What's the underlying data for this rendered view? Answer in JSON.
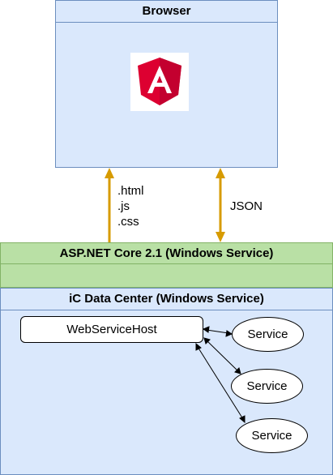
{
  "browser": {
    "title": "Browser",
    "logo_letter": "A",
    "logo_icon": "angular-logo-icon"
  },
  "aspnet": {
    "title": "ASP.NET Core 2.1 (Windows Service)"
  },
  "datacenter": {
    "title": "iC Data Center (Windows Service)"
  },
  "webservicehost": {
    "label": "WebServiceHost"
  },
  "services": [
    {
      "label": "Service"
    },
    {
      "label": "Service"
    },
    {
      "label": "Service"
    }
  ],
  "arrows": {
    "static_files": [
      ".html",
      ".js",
      ".css"
    ],
    "json": "JSON"
  },
  "colors": {
    "blue_fill": "#dae8fc",
    "blue_stroke": "#6c8ebf",
    "green_fill": "#b9e0a5",
    "green_stroke": "#82b366",
    "arrow_orange": "#d79b00",
    "angular_red": "#dd0031"
  }
}
